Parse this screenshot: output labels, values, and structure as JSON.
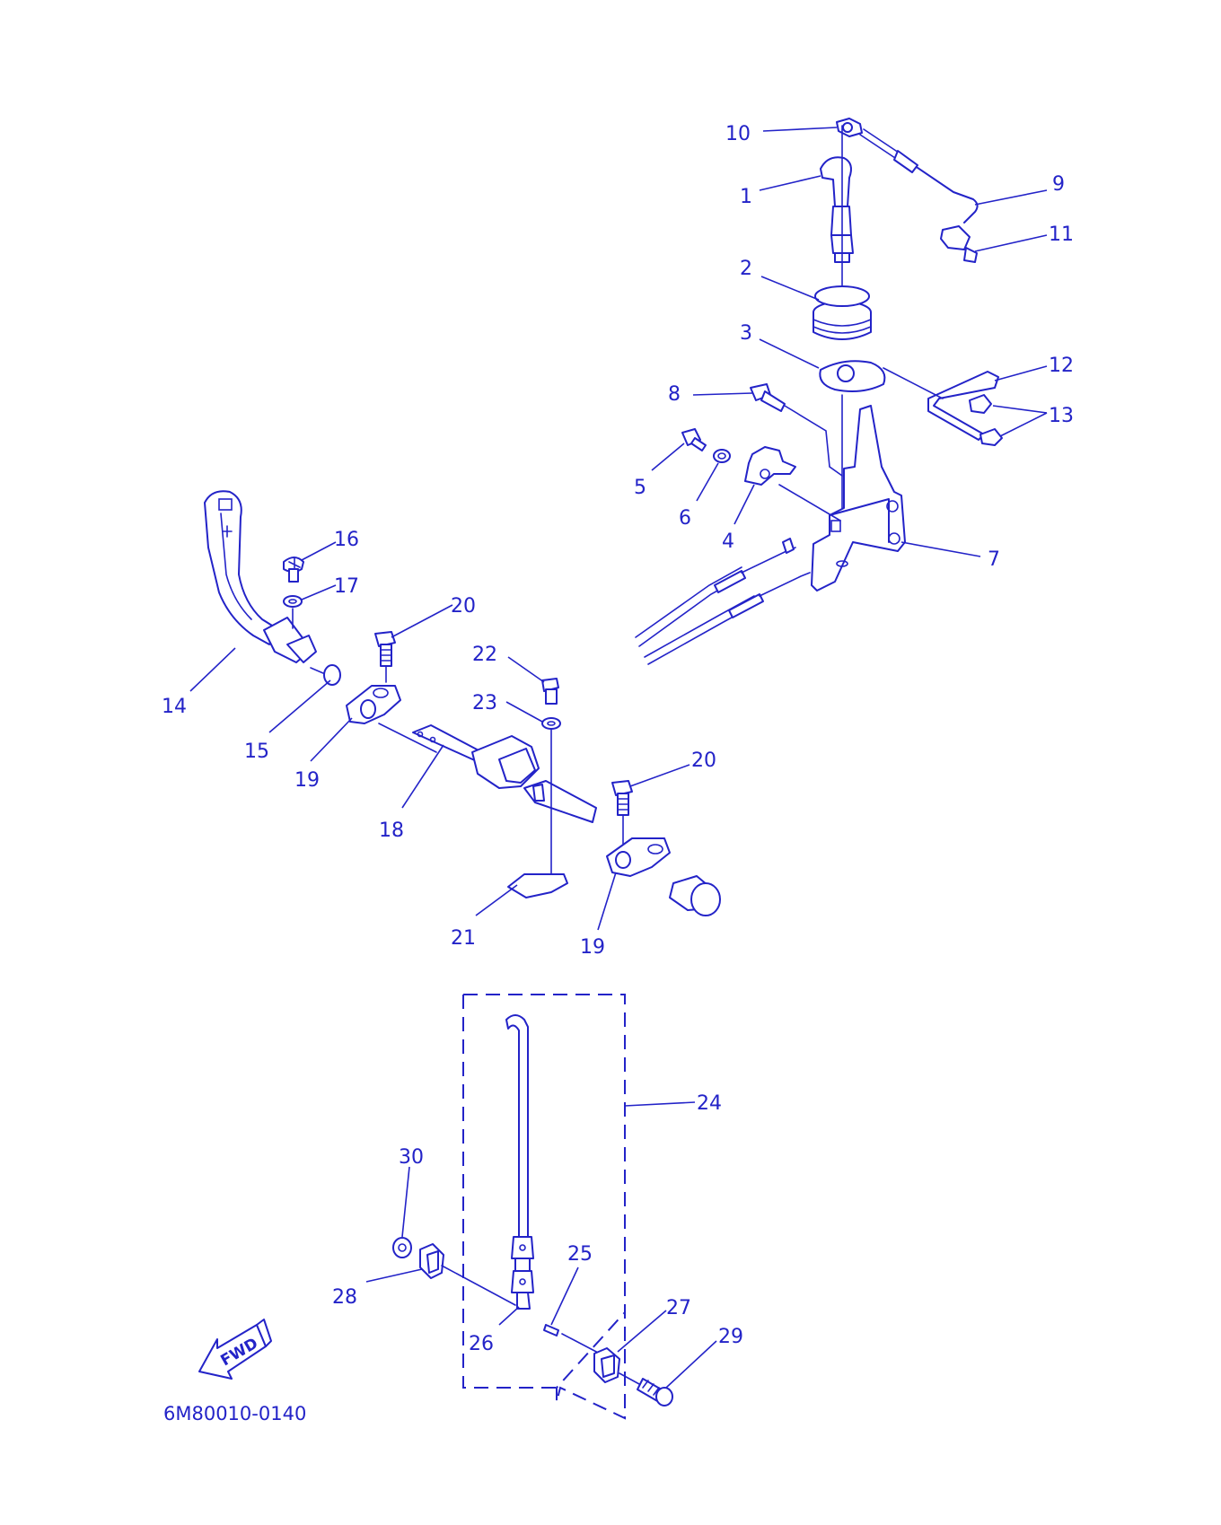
{
  "diagram_code": "6M80010-0140",
  "fwd_label": "FWD",
  "line_color": "#2323c8",
  "callouts": {
    "c1": "1",
    "c2": "2",
    "c3": "3",
    "c4": "4",
    "c5": "5",
    "c6": "6",
    "c7": "7",
    "c8": "8",
    "c9": "9",
    "c10": "10",
    "c11": "11",
    "c12": "12",
    "c13": "13",
    "c14": "14",
    "c15": "15",
    "c16": "16",
    "c17": "17",
    "c18": "18",
    "c19a": "19",
    "c19b": "19",
    "c20a": "20",
    "c20b": "20",
    "c21": "21",
    "c22": "22",
    "c23": "23",
    "c24": "24",
    "c25": "25",
    "c26": "26",
    "c27": "27",
    "c28": "28",
    "c29": "29",
    "c30": "30"
  }
}
